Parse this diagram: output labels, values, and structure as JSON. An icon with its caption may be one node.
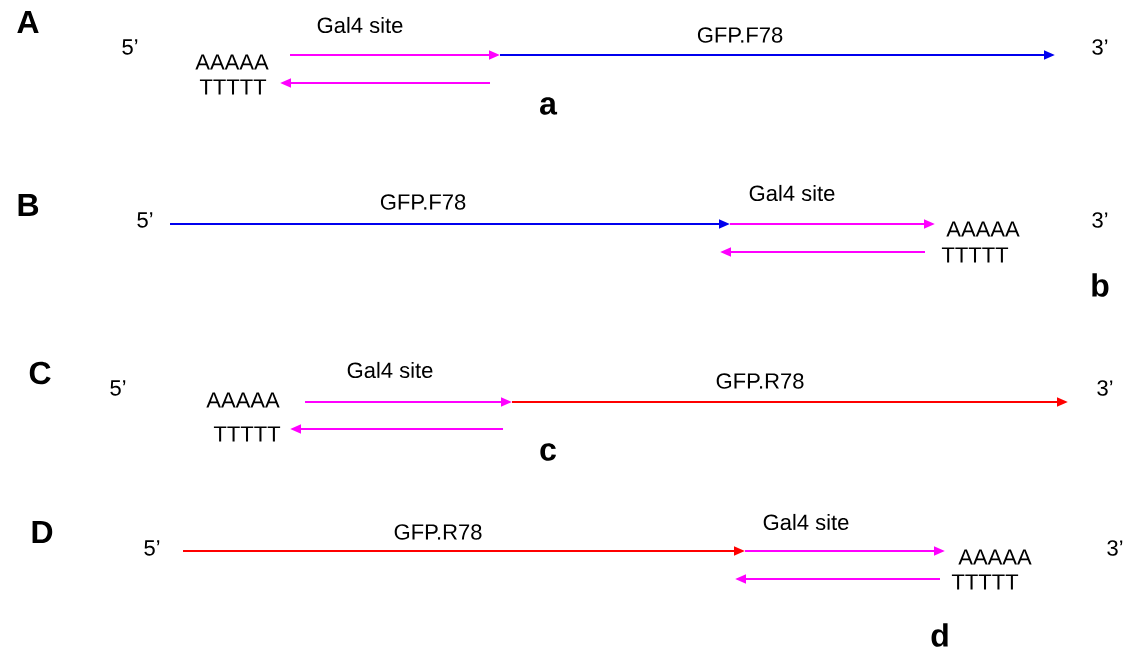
{
  "diagram": {
    "labels": [
      "A",
      "5’",
      "Gal4 site",
      "GFP.F78",
      "3’",
      "AAAAA",
      "TTTTT",
      "a",
      "B",
      "5’",
      "GFP.F78",
      "Gal4 site",
      "3’",
      "AAAAA",
      "TTTTT",
      "b",
      "C",
      "5’",
      "Gal4 site",
      "GFP.R78",
      "3’",
      "AAAAA",
      "TTTTT",
      "c",
      "D",
      "5’",
      "GFP.R78",
      "Gal4 site",
      "3’",
      "AAAAA",
      "TTTTT",
      "d"
    ]
  }
}
